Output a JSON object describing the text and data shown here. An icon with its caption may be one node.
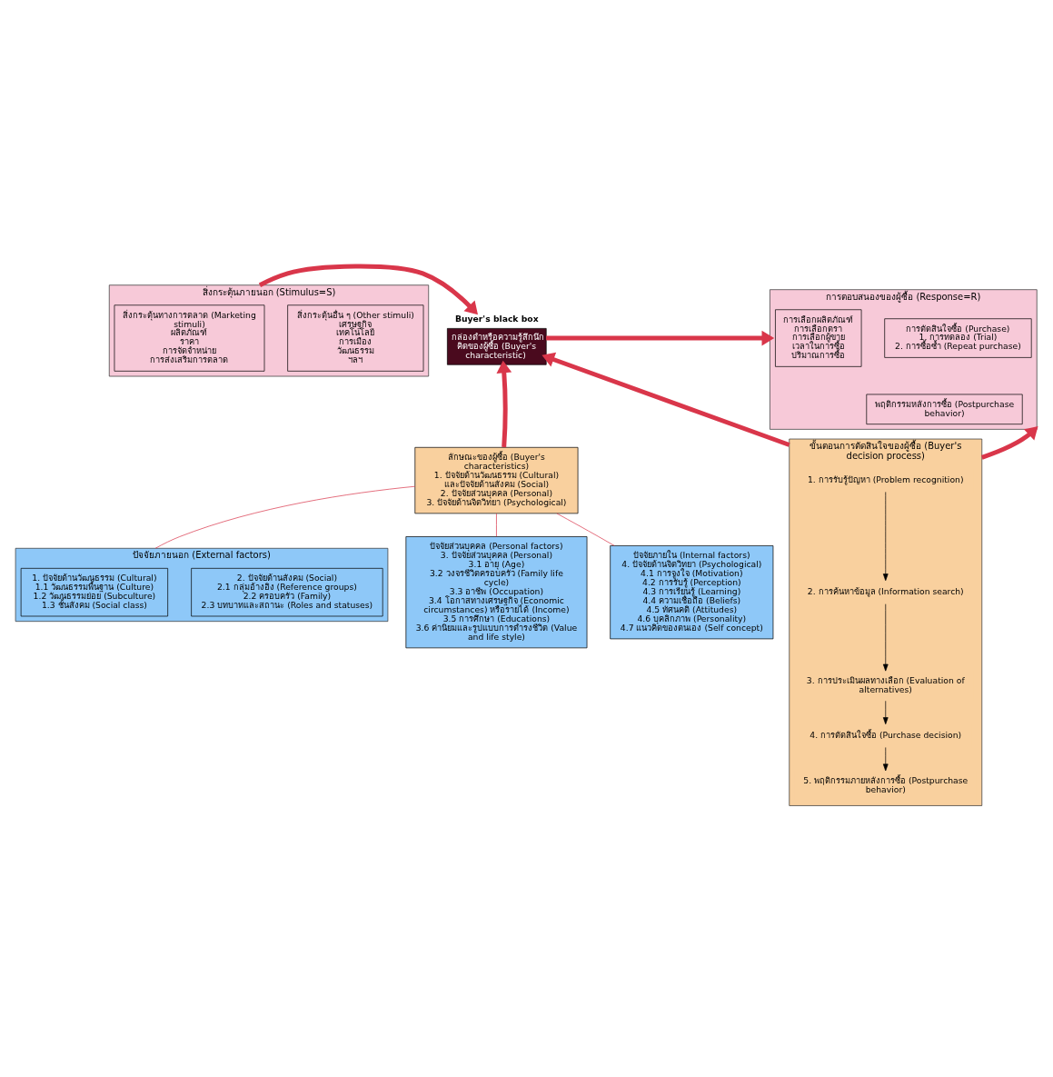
{
  "diagram": {
    "nodes": [
      {
        "text": [
          "สิ่งกระตุ้นภายนอก (Stimulus=S)"
        ]
      },
      {
        "text": [
          "สิ่งกระตุ้นทางการตลาด (Marketing stimuli)",
          "ผลิตภัณฑ์",
          "ราคา",
          "การจัดจำหน่าย",
          "การส่งเสริมการตลาด"
        ],
        "in": 0
      },
      {
        "text": [
          "สิ่งกระตุ้นอื่น ๆ (Other stimuli)",
          "เศรษฐกิจ",
          "เทคโนโลยี",
          "การเมือง",
          "วัฒนธรรม",
          "ฯลฯ"
        ],
        "in": 0
      },
      {
        "text": [
          "กล่องดำหรือความรู้สึกนึกคิดของผู้ซื้อ (Buyer's characteristic)"
        ],
        "beside": [
          "Buyer's black box"
        ]
      },
      {
        "text": [
          "การตอบสนองของผู้ซื้อ (Response=R)"
        ]
      },
      {
        "text": [
          "การเลือกผลิตภัณฑ์",
          "การเลือกตรา",
          "การเลือกผู้ขาย",
          "เวลาในการซื้อ",
          "ปริมาณการซื้อ"
        ],
        "in": 4
      },
      {
        "text": [
          "การตัดสินใจซื้อ (Purchase)",
          "1. การทดลอง (Trial)",
          "2. การซื้อซ้ำ (Repeat purchase)"
        ],
        "in": 4
      },
      {
        "text": [
          "พฤติกรรมหลังการซื้อ (Postpurchase behavior)"
        ],
        "in": 4
      },
      {
        "text": [
          "ลักษณะของผู้ซื้อ (Buyer's characteristics)",
          "1. ปัจจัยด้านวัฒนธรรม (Cultural) และปัจจัยด้านสังคม (Social)",
          "2. ปัจจัยส่วนบุคคล (Personal)",
          "3. ปัจจัยด้านจิตวิทยา (Psychological)"
        ]
      },
      {
        "text": [
          "ขั้นตอนการตัดสินใจของผู้ซื้อ (Buyer's decision process)"
        ]
      },
      {
        "text": [
          "1. การรับรู้ปัญหา (Problem recognition)"
        ],
        "in": 9
      },
      {
        "text": [
          "2. การค้นหาข้อมูล (Information search)"
        ],
        "in": 9
      },
      {
        "text": [
          "3. การประเมินผลทางเลือก (Evaluation of alternatives)"
        ],
        "in": 9
      },
      {
        "text": [
          "4. การตัดสินใจซื้อ (Purchase decision)"
        ],
        "in": 9
      },
      {
        "text": [
          "5. พฤติกรรมภายหลังการซื้อ (Postpurchase behavior)"
        ],
        "in": 9
      },
      {
        "text": [
          "ปัจจัยภายนอก (External factors)"
        ]
      },
      {
        "text": [
          "1. ปัจจัยด้านวัฒนธรรม (Cultural)",
          "1.1 วัฒนธรรมพื้นฐาน (Culture)",
          "1.2 วัฒนธรรมย่อย (Subculture)",
          "1.3 ชั้นสังคม (Social class)"
        ],
        "in": 15
      },
      {
        "text": [
          "2. ปัจจัยด้านสังคม (Social)",
          "2.1 กลุ่มอ้างอิง (Reference groups)",
          "2.2 ครอบครัว (Family)",
          "2.3 บทบาทและสถานะ (Roles and statuses)"
        ],
        "in": 15
      },
      {
        "text": [
          "ปัจจัยส่วนบุคคล (Personal factors)",
          "3. ปัจจัยส่วนบุคคล (Personal)",
          "3.1 อายุ (Age)",
          "3.2 วงจรชีวิตครอบครัว (Family life cycle)",
          "3.3 อาชีพ (Occupation)",
          "3.4 โอกาสทางเศรษฐกิจ (Economic circumstances) หรือรายได้ (Income)",
          "3.5 การศึกษา (Educations)",
          "3.6 ค่านิยมและรูปแบบการดำรงชีวิต (Value and life style)"
        ]
      },
      {
        "text": [
          "ปัจจัยภายใน (Internal factors)",
          "4. ปัจจัยด้านจิตวิทยา (Psychological)",
          "4.1 การจูงใจ (Motivation)",
          "4.2 การรับรู้ (Perception)",
          "4.3 การเรียนรู้ (Learning)",
          "4.4 ความเชื่อถือ (Beliefs)",
          "4.5 ทัศนคติ (Attitudes)",
          "4.6 บุคลิกภาพ (Personality)",
          "4.7 แนวคิดของตนเอง (Self concept)"
        ]
      }
    ],
    "edges": [
      {
        "from": 0,
        "to": 3,
        "arrow": "to",
        "style": "thick"
      },
      {
        "from": 3,
        "to": 4,
        "arrow": "to",
        "style": "thick"
      },
      {
        "from": 8,
        "to": 3,
        "arrow": "to",
        "style": "thick"
      },
      {
        "from": 9,
        "to": 3,
        "arrow": "to",
        "style": "thick"
      },
      {
        "from": 9,
        "to": 4,
        "arrow": "to",
        "style": "thick"
      },
      {
        "from": 10,
        "to": 11,
        "arrow": "to",
        "color": "#000000"
      },
      {
        "from": 11,
        "to": 12,
        "arrow": "to",
        "color": "#000000"
      },
      {
        "from": 12,
        "to": 13,
        "arrow": "to",
        "color": "#000000"
      },
      {
        "from": 13,
        "to": 14,
        "arrow": "to",
        "color": "#000000"
      },
      {
        "from": 8,
        "to": 15,
        "arrow": "none"
      },
      {
        "from": 8,
        "to": 18,
        "arrow": "none"
      },
      {
        "from": 8,
        "to": 19,
        "arrow": "none"
      }
    ]
  }
}
